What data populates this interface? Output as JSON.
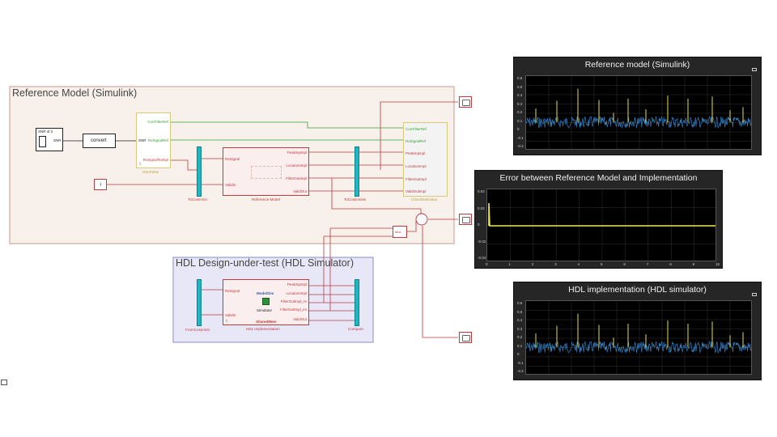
{
  "areas": {
    "reference": "Reference Model (Simulink)",
    "hdl": "HDL Design-under-test (HDL Simulator)"
  },
  "blocks": {
    "snr_source": {
      "title": "SNR of 2",
      "port": "SNR"
    },
    "convert": "convert",
    "gen_pulse": {
      "in_port": "SNR",
      "outs": [
        "CorrFilterRef",
        "RxSignalRef",
        "RxSignalToImpl"
      ],
      "caption": "GenPulse"
    },
    "constant": "1",
    "to_cosim_src": "ToCosimSrc",
    "reference_model": {
      "ins": [
        "RxSignal",
        "ValidIn"
      ],
      "outs": [
        "PeakSqImpl",
        "LocationImpl",
        "FilterOutImpl",
        "ValidOut"
      ],
      "caption": "Reference Model"
    },
    "to_cosim_sink": "ToCosimSink",
    "check_detection": {
      "ins": [
        "CorrFilterRef",
        "RxSignalRef",
        "PeakSqImpl",
        "LocationImpl",
        "FilterOutImpl",
        "ValidOutImpl"
      ],
      "caption": "CheckDetection"
    },
    "mux_label": "Mux",
    "from_cosim_src": "FromCosimSrc",
    "hdl_impl": {
      "ins": [
        "RxSignal",
        "ValidIn"
      ],
      "outs": [
        "PeakSqImpl",
        "LocationImpl",
        "FilterOutImpl_re",
        "FilterOutImpl_im",
        "ValidOut"
      ],
      "vendor": "ModelSim",
      "simulator": "Simulator",
      "shared": "SharedMem",
      "caption": "HDL Implementation"
    },
    "compare": "Compare"
  },
  "scopes": [
    {
      "title": "Reference model (Simulink)",
      "yticks": [
        "0.6",
        "0.5",
        "0.4",
        "0.3",
        "0.2",
        "0.1",
        "0",
        "-0.1",
        "-0.2"
      ],
      "trace_color": "#3a8fd8",
      "spike_color": "#e6e04a"
    },
    {
      "title": "Error between Reference Model and Implementation",
      "yticks": [
        "0.04",
        "0.02",
        "0",
        "-0.02",
        "-0.04"
      ],
      "xticks": [
        "0",
        "1",
        "2",
        "3",
        "4",
        "5",
        "6",
        "7",
        "8",
        "9",
        "10"
      ],
      "trace_color": "#f2e94e"
    },
    {
      "title": "HDL implementation (HDL simulator)",
      "yticks": [
        "0.6",
        "0.5",
        "0.4",
        "0.3",
        "0.2",
        "0.1",
        "0",
        "-0.1",
        "-0.2"
      ],
      "trace_color": "#3a8fd8",
      "spike_color": "#e6e04a"
    }
  ],
  "colors": {
    "signal_red": "#c0393b",
    "signal_green": "#36a336",
    "bus_teal": "#1fb7c3"
  }
}
